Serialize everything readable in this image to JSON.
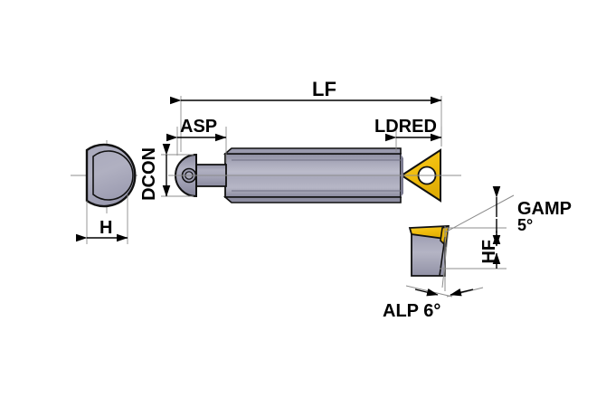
{
  "drawing": {
    "title": "Boring bar technical dimension drawing",
    "background_color": "#ffffff",
    "line_color": "#000000",
    "body_color_light": "#b3b3c4",
    "body_color_mid": "#9a9aae",
    "body_color_dark": "#7e7e92",
    "insert_color": "#f2c014",
    "insert_hole_color": "#ffffff",
    "thin_line_color": "#8c8c8c"
  },
  "labels": {
    "lf": "LF",
    "asp": "ASP",
    "ldred": "LDRED",
    "dcon": "DCON",
    "h": "H",
    "gamp": "GAMP",
    "gamp_value": "5°",
    "hf": "HF",
    "alp": "ALP 6°"
  },
  "views": {
    "end_view": {
      "name": "shank end view",
      "shape": "circle with flat chord on left side"
    },
    "side_view": {
      "name": "boring bar side view",
      "features": [
        "rounded screw head cap",
        "reduced neck",
        "main shank",
        "triangular carbide insert"
      ]
    },
    "detail_view": {
      "name": "cutting edge detail",
      "features": [
        "tool body",
        "triangular insert top face",
        "clearance angle",
        "rake angle"
      ]
    }
  },
  "dimensions": {
    "lf": {
      "label": "LF",
      "type": "linear-horizontal",
      "note": "overall functional length"
    },
    "asp": {
      "label": "ASP",
      "type": "linear-horizontal",
      "note": "shank protrusion length"
    },
    "ldred": {
      "label": "LDRED",
      "type": "linear-horizontal",
      "note": "reduced diameter length"
    },
    "dcon": {
      "label": "DCON",
      "type": "linear-vertical",
      "note": "connection diameter"
    },
    "h": {
      "label": "H",
      "type": "linear-horizontal",
      "note": "height of flat"
    },
    "hf": {
      "label": "HF",
      "type": "linear-vertical",
      "note": "functional height"
    },
    "gamp": {
      "label": "GAMP",
      "value": "5°",
      "type": "angular",
      "note": "rake angle"
    },
    "alp": {
      "label": "ALP 6°",
      "value": "6°",
      "type": "angular",
      "note": "clearance angle"
    }
  }
}
